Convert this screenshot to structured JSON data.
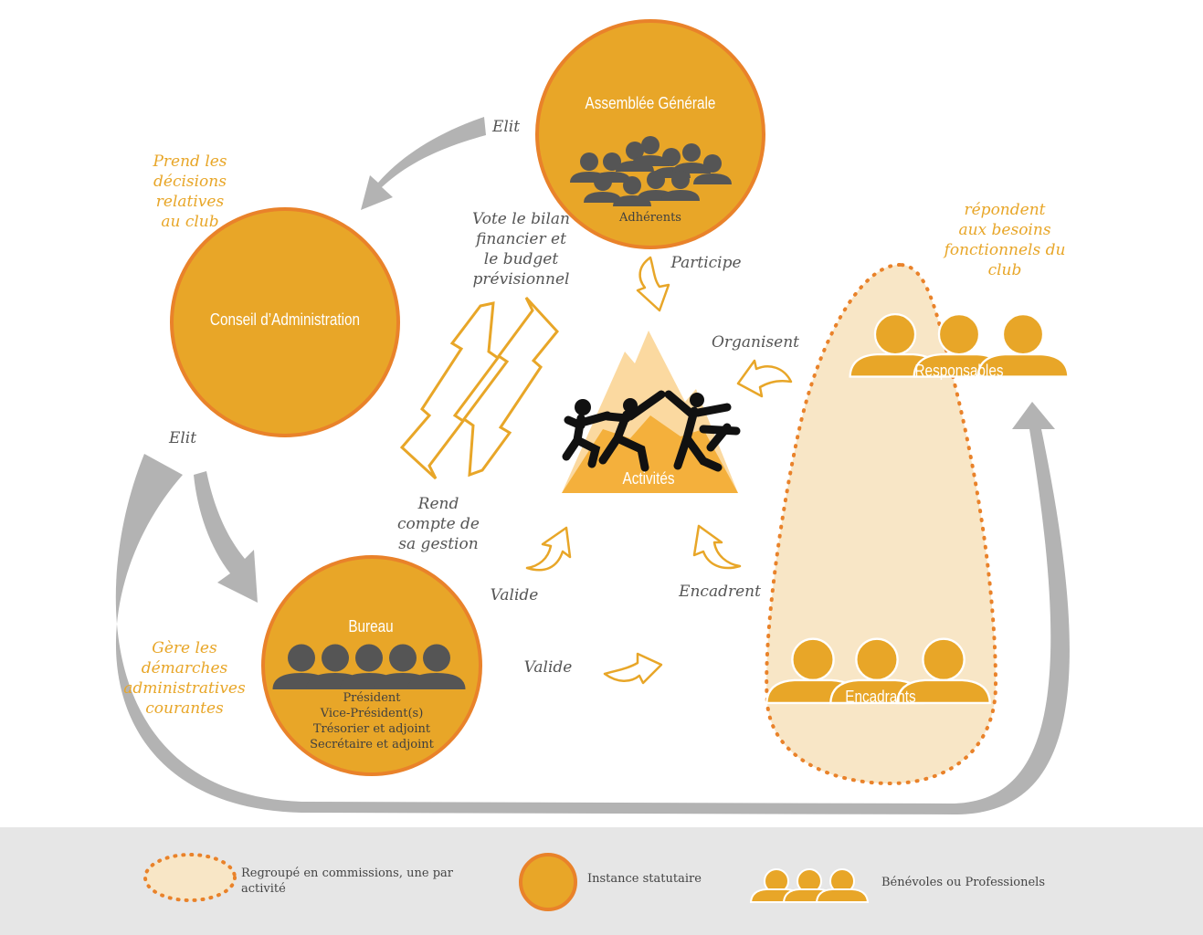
{
  "colors": {
    "orange": "#e8a628",
    "orange_border": "#e9822a",
    "grey_arrow": "#b3b3b3",
    "light_fill": "#f8e6c6",
    "people_dark": "#555555",
    "label_grey": "#555555"
  },
  "nodes": {
    "assemblee": {
      "title": "Assemblée Générale",
      "members_label": "Adhérents"
    },
    "conseil": {
      "title": "Conseil d’Administration"
    },
    "bureau": {
      "title": "Bureau",
      "roles": [
        "Président",
        "Vice-Président(s)",
        "Trésorier et adjoint",
        "Secrétaire et adjoint"
      ]
    },
    "activites": {
      "title": "Activités"
    },
    "responsables": {
      "title": "Responsables"
    },
    "encadrants": {
      "title": "Encadrants"
    }
  },
  "relations": {
    "elit_top": "Elit",
    "elit_left": "Elit",
    "vote": [
      "Vote le bilan",
      "financier et",
      "le budget",
      "prévisionnel"
    ],
    "rend": [
      "Rend",
      "compte de",
      "sa gestion"
    ],
    "participe": "Participe",
    "organisent": "Organisent",
    "encadrent": "Encadrent",
    "valide_1": "Valide",
    "valide_2": "Valide"
  },
  "notes": {
    "decisions": [
      "Prend les",
      "décisions",
      "relatives",
      "au club"
    ],
    "demarches": [
      "Gère les",
      "démarches",
      "administratives",
      "courantes"
    ],
    "besoins": [
      "répondent",
      "aux besoins",
      "fonctionnels du",
      "club"
    ]
  },
  "legend": {
    "commissions": [
      "Regroupé en commissions, une par",
      "activité"
    ],
    "instance": "Instance statutaire",
    "benevoles": "Bénévoles ou Professionels"
  },
  "icons": [
    "people-group-icon",
    "person-icon",
    "climbers-icon",
    "mountain-icon",
    "curved-arrow-icon",
    "lightning-arrows-icon"
  ]
}
